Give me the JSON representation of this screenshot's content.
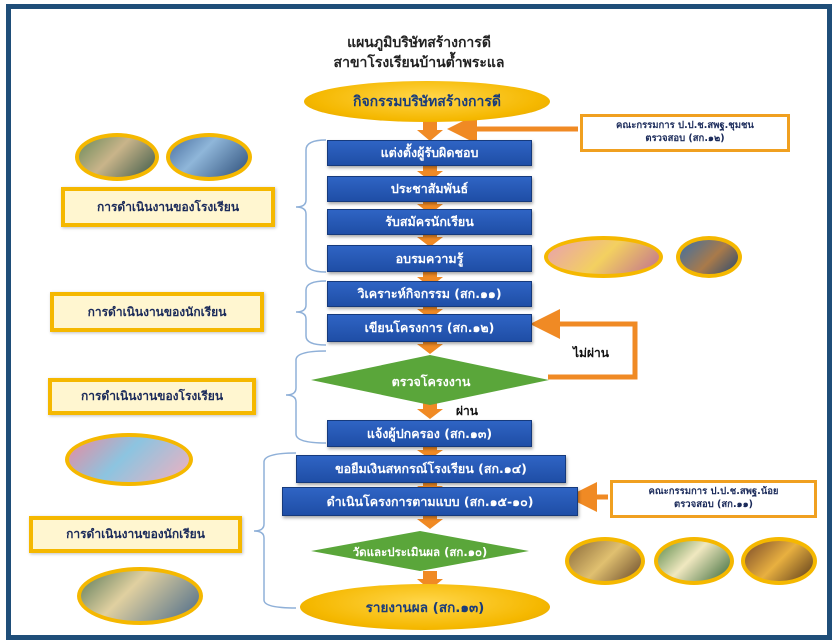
{
  "title": {
    "line1": "แผนภูมิบริษัทสร้างการดี",
    "line2": "สาขาโรงเรียนบ้านต้ำพระแล"
  },
  "flow": {
    "start": "กิจกรรมบริษัทสร้างการดี",
    "steps": [
      "แต่งตั้งผู้รับผิดชอบ",
      "ประชาสัมพันธ์",
      "รับสมัครนักเรียน",
      "อบรมความรู้",
      "วิเคราะห์กิจกรรม  (สก.๑๑)",
      "เขียนโครงการ  (สก.๑๒)"
    ],
    "decision": "ตรวจโครงงาน",
    "fail_label": "ไม่ผ่าน",
    "pass_label": "ผ่าน",
    "steps_after": [
      "แจ้งผู้ปกครอง  (สก.๑๓)",
      "ขอยืมเงินสหกรณ์โรงเรียน  (สก.๑๔)",
      "ดำเนินโครงการตามแบบ  (สก.๑๕-๑๐)"
    ],
    "evaluate": "วัดและประเมินผล (สก.๑๐)",
    "end": "รายงานผล  (สก.๑๓)"
  },
  "side_labels": [
    "การดำเนินงานของโรงเรียน",
    "การดำเนินงานของนักเรียน",
    "การดำเนินงานของโรงเรียน",
    "การดำเนินงานของนักเรียน"
  ],
  "committees": {
    "top_line1": "คณะกรรมการ ป.ป.ช.สพฐ.ชุมชน",
    "top_line2": "ตรวจสอบ (สก.๑๒)",
    "bottom_line1": "คณะกรรมการ ป.ป.ช.สพฐ.น้อย",
    "bottom_line2": "ตรวจสอบ (สก.๑๑)"
  },
  "colors": {
    "frame": "#1f4e79",
    "step_box": "#2a5cbb",
    "decision": "#5aa63a",
    "arrow": "#f08a24",
    "oval": "#f5b800"
  }
}
